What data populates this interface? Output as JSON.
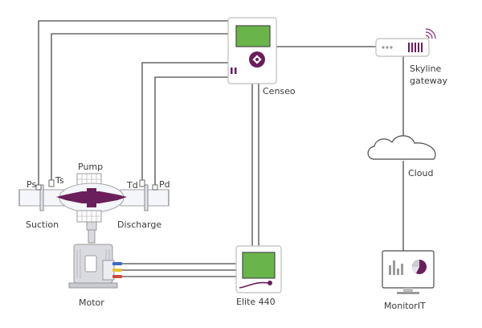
{
  "labels": {
    "ps": "Ps",
    "ts": "Ts",
    "pump": "Pump",
    "td": "Td",
    "pd": "Pd",
    "suction": "Suction",
    "discharge": "Discharge",
    "censeo": "Censeo",
    "skyline_line1": "Skyline",
    "skyline_line2": "gateway",
    "cloud": "Cloud",
    "motor": "Motor",
    "elite": "Elite 440",
    "monitorit": "MonitorIT"
  },
  "colors": {
    "line": "#4a4a4a",
    "device_outline": "#bdbdbd",
    "screen_green": "#6ab54a",
    "accent_purple": "#6a1e5c",
    "pump_body": "#f4f6f9",
    "motor_body": "#d9dbe0",
    "cable_blue": "#3a6ac8",
    "cable_yellow": "#e4c33a",
    "cable_red": "#d24a3a"
  },
  "icons": {
    "censeo": "censeo-device-icon",
    "gateway": "skyline-gateway-icon",
    "cloud": "cloud-icon",
    "elite": "elite-440-device-icon",
    "monitor": "monitorit-screen-icon",
    "pump": "pump-icon",
    "motor": "motor-icon",
    "wifi": "wifi-icon"
  }
}
